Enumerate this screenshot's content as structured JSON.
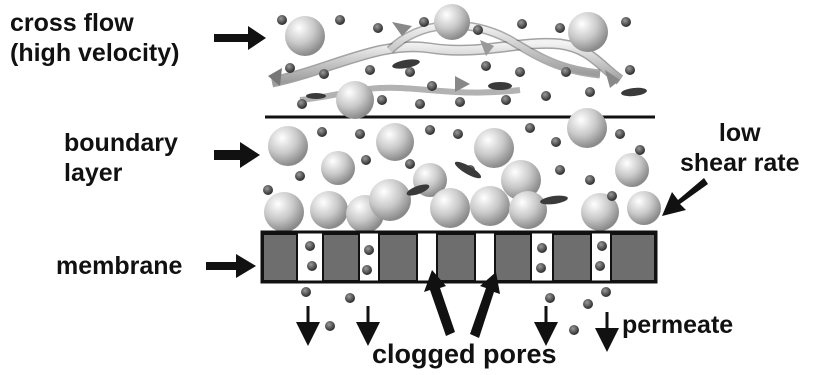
{
  "labels": {
    "cross_flow_line1": "cross flow",
    "cross_flow_line2": "(high velocity)",
    "boundary_line1": "boundary",
    "boundary_line2": "layer",
    "low_shear_line1": "low",
    "low_shear_line2": "shear rate",
    "membrane": "membrane",
    "clogged_pores": "clogged pores",
    "permeate": "permeate"
  },
  "colors": {
    "membrane_block": "#6e6e6e",
    "particle_large": "#c8c8c8",
    "particle_small": "#333333",
    "arrow": "#111111"
  }
}
